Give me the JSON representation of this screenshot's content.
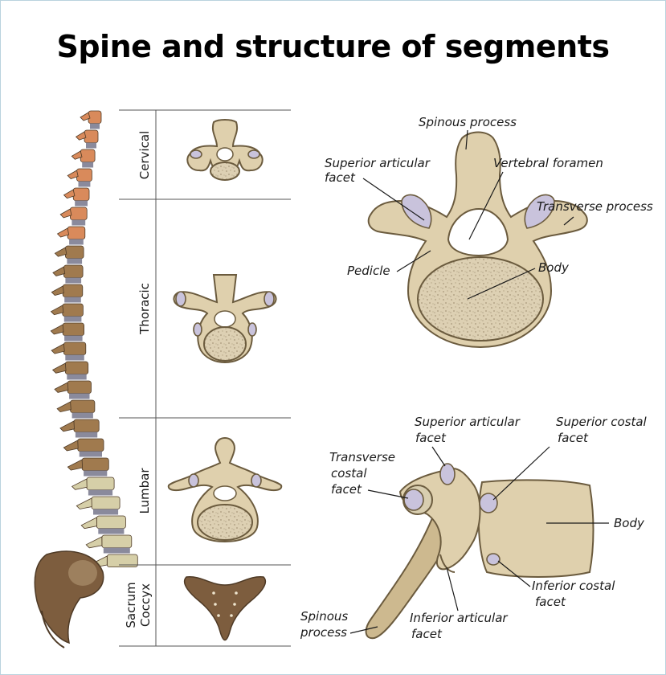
{
  "title": "Spine and structure of segments",
  "segments": {
    "cervical": "Cervical",
    "thoracic": "Thoracic",
    "lumbar": "Lumbar",
    "sacrum_line1": "Sacrum",
    "sacrum_line2": "Coccyx"
  },
  "top_vertebra_labels": {
    "spinous_process": "Spinous process",
    "superior_articular_1": "Superior articular",
    "superior_articular_2": "facet",
    "vertebral_foramen": "Vertebral foramen",
    "transverse_process": "Transverse process",
    "pedicle": "Pedicle",
    "body": "Body"
  },
  "side_vertebra_labels": {
    "superior_articular_1": "Superior articular",
    "superior_articular_2": "facet",
    "superior_costal_1": "Superior costal",
    "superior_costal_2": "facet",
    "transverse_costal_1": "Transverse",
    "transverse_costal_2": "costal",
    "transverse_costal_3": "facet",
    "body": "Body",
    "inferior_costal_1": "Inferior costal",
    "inferior_costal_2": "facet",
    "inferior_articular_1": "Inferior articular",
    "inferior_articular_2": "facet",
    "spinous_1": "Spinous",
    "spinous_2": "process"
  },
  "colors": {
    "cervical": "#d98a5b",
    "thoracic": "#a07a4e",
    "lumbar": "#d6cfa8",
    "sacrum": "#7d5d3e",
    "bone": "#dfd0ad",
    "facet": "#c9c3dc",
    "disc": "#8a8a9c"
  }
}
